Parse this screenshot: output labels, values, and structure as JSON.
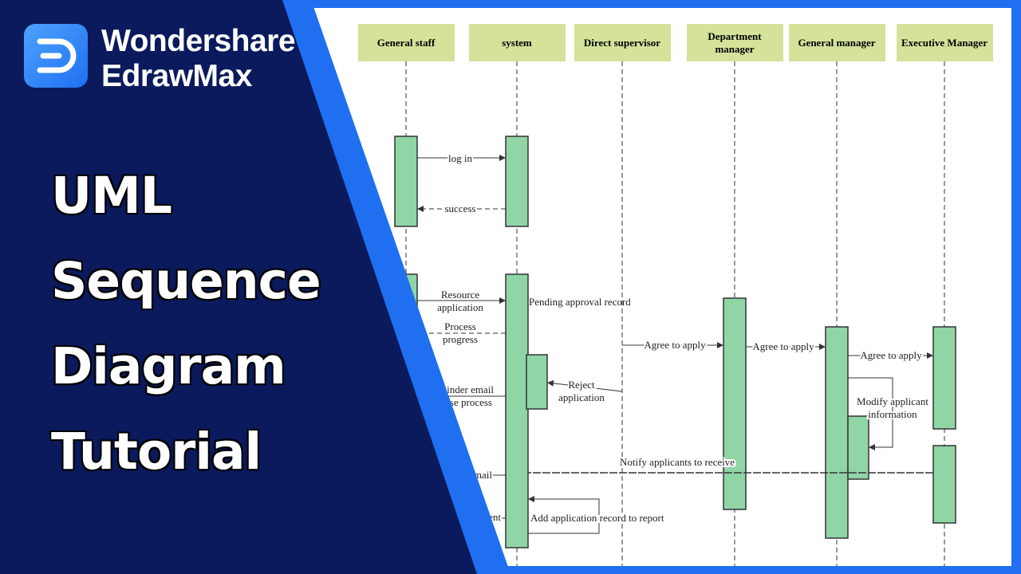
{
  "brand": {
    "name_line1": "Wondershare",
    "name_line2": "EdrawMax"
  },
  "title": {
    "line1": "UML",
    "line2": "Sequence",
    "line3": "Diagram",
    "line4": "Tutorial"
  },
  "colors": {
    "navy": "#0a1a5c",
    "blue_stripe": "#1f6ff0",
    "header_fill": "#d4e29a",
    "activation_fill": "#90d5a6",
    "line": "#333333"
  },
  "diagram": {
    "lifelines": [
      {
        "id": "staff",
        "label": "General staff"
      },
      {
        "id": "system",
        "label": "system"
      },
      {
        "id": "supervisor",
        "label": "Direct supervisor"
      },
      {
        "id": "dept",
        "label": "Department manager"
      },
      {
        "id": "gm",
        "label": "General manager"
      },
      {
        "id": "em",
        "label": "Executive Manager"
      }
    ],
    "messages": [
      {
        "text": "log in",
        "from": "staff",
        "to": "system",
        "style": "solid"
      },
      {
        "text": "success",
        "from": "system",
        "to": "staff",
        "style": "dashed"
      },
      {
        "text": "Resource application",
        "from": "staff",
        "to": "system",
        "style": "solid"
      },
      {
        "text": "Pending approval record",
        "from": "system",
        "to": "system",
        "style": "note"
      },
      {
        "text": "Process progress",
        "from": "system",
        "to": "staff",
        "style": "dashed"
      },
      {
        "text": "Agree to apply",
        "from": "supervisor",
        "to": "dept",
        "style": "solid"
      },
      {
        "text": "Agree to apply",
        "from": "dept",
        "to": "gm",
        "style": "solid"
      },
      {
        "text": "Agree to apply",
        "from": "gm",
        "to": "em",
        "style": "solid"
      },
      {
        "text": "Reject application",
        "from": "supervisor",
        "to": "system",
        "style": "solid"
      },
      {
        "text": "minder email",
        "from": "system",
        "to": "staff",
        "style": "solid"
      },
      {
        "text": "se process",
        "from": "system",
        "to": "staff",
        "style": "solid"
      },
      {
        "text": "Modify applicant information",
        "from": "gm",
        "to": "gm",
        "style": "self"
      },
      {
        "text": "Notify applicants to receive",
        "from": "em",
        "to": "system",
        "style": "dashed"
      },
      {
        "text": "email",
        "from": "system",
        "to": "staff",
        "style": "solid"
      },
      {
        "text": "Add application record to report",
        "from": "system",
        "to": "system",
        "style": "self"
      },
      {
        "text": "gent",
        "from": "system",
        "to": "staff",
        "style": "solid"
      }
    ]
  }
}
